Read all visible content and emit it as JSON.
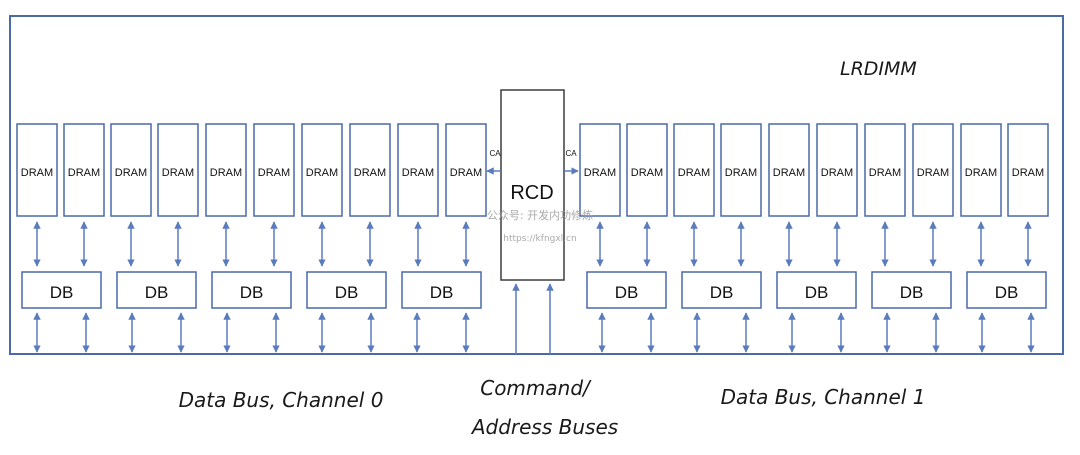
{
  "module_label": "LRDIMM",
  "rcd_label": "RCD",
  "ca_label": "CA",
  "dram_label": "DRAM",
  "db_label": "DB",
  "dram_count_per_side": 10,
  "db_count_per_side": 5,
  "bus_labels": {
    "left": "Data Bus, Channel 0",
    "center_line1": "Command/",
    "center_line2": "Address Buses",
    "right": "Data Bus, Channel 1"
  },
  "watermark": {
    "line1": "公众号: 开发内功修炼",
    "line2": "https://kfngxl.cn"
  },
  "colors": {
    "border": "#4a6aa8",
    "arrow": "#5a7bbd",
    "text": "#111111"
  }
}
